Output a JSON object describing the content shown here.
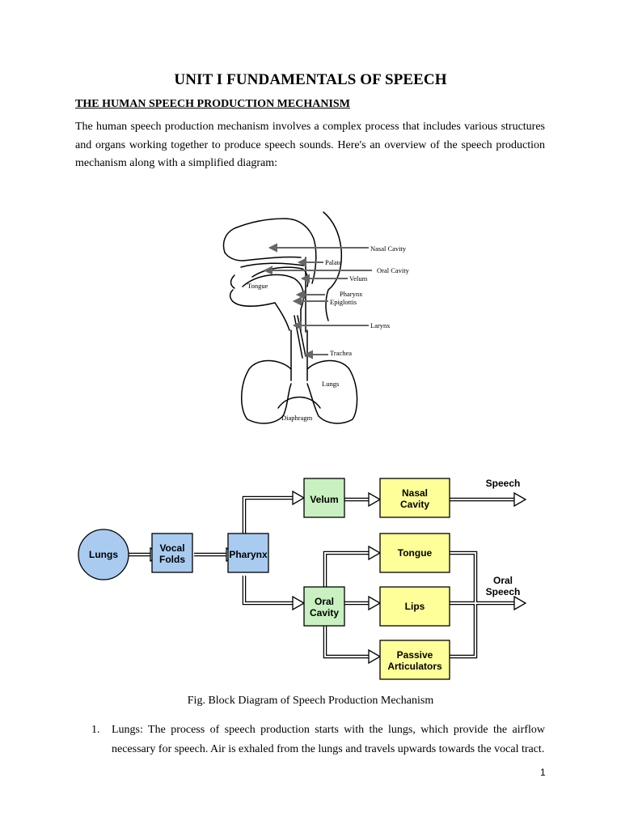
{
  "document": {
    "title": "UNIT I FUNDAMENTALS OF SPEECH",
    "section_heading": "THE HUMAN SPEECH PRODUCTION MECHANISM",
    "intro": "The human speech production mechanism involves a complex process that includes various structures and organs working together to produce speech sounds. Here's an overview of the speech production mechanism along with a simplified diagram:",
    "caption": "Fig. Block Diagram of Speech Production Mechanism",
    "list": [
      {
        "number": "1.",
        "text": "Lungs: The process of speech production starts with the lungs, which provide the airflow necessary for speech. Air is exhaled from the lungs and travels upwards towards the vocal tract."
      }
    ],
    "page_number": "1"
  },
  "anatomy": {
    "labels": {
      "nasal_cavity": "Nasal Cavity",
      "palate": "Palate",
      "oral_cavity": "Oral Cavity",
      "velum": "Velum",
      "tongue": "Tongue",
      "pharynx": "Pharynx",
      "epiglottis": "Epiglottis",
      "larynx": "Larynx",
      "trachea": "Trachea",
      "lungs": "Lungs",
      "diaphragm": "Diaphragm"
    }
  },
  "block_diagram": {
    "lungs": "Lungs",
    "vocal_folds": [
      "Vocal",
      "Folds"
    ],
    "pharynx": "Pharynx",
    "velum": "Velum",
    "oral_cavity": [
      "Oral",
      "Cavity"
    ],
    "nasal_cavity": [
      "Nasal",
      "Cavity"
    ],
    "tongue": "Tongue",
    "lips": "Lips",
    "passive_articulators": [
      "Passive",
      "Articulators"
    ],
    "speech": "Speech",
    "oral_speech": [
      "Oral",
      "Speech"
    ],
    "colors": {
      "blue": "#a9cbf0",
      "green": "#c8f0c0",
      "yellow": "#ffff99",
      "line": "#000000"
    }
  }
}
